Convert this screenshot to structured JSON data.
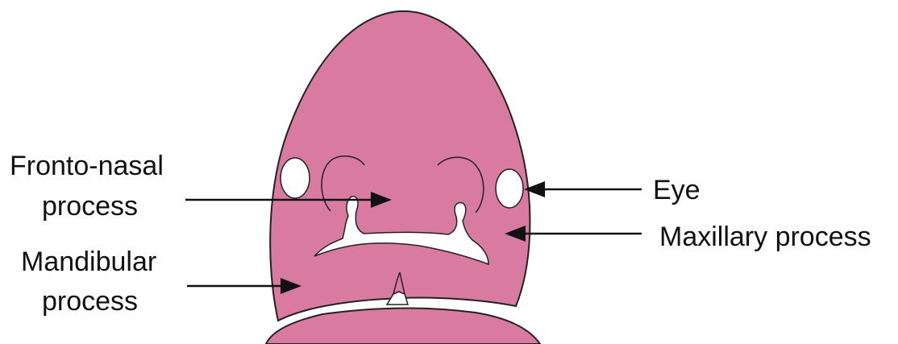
{
  "colors": {
    "tissue": "#D97AA0",
    "outline": "#222222",
    "cavity": "#ffffff",
    "text": "#111111"
  },
  "labels": {
    "fronto_nasal_line1": "Fronto-nasal",
    "fronto_nasal_line2": "process",
    "mandibular_line1": "Mandibular",
    "mandibular_line2": "process",
    "eye": "Eye",
    "maxillary": "Maxillary process"
  }
}
